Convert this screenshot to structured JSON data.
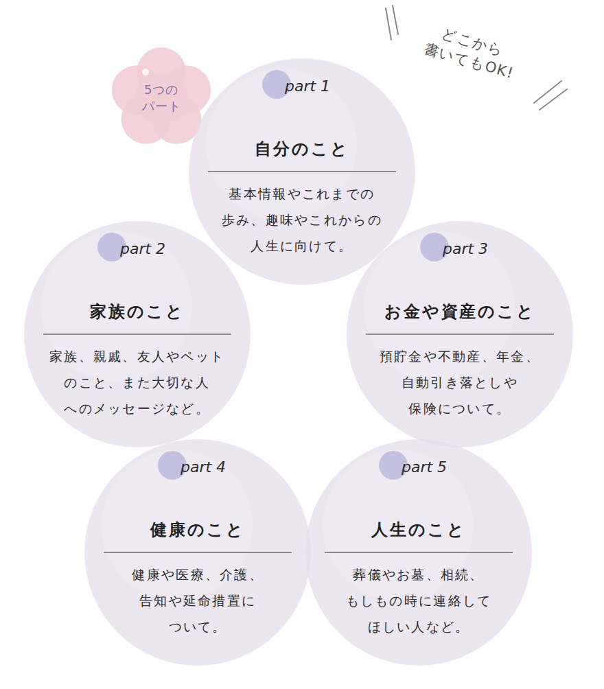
{
  "diagram": {
    "nodes": [
      {
        "text": [
          "5つの パート"
        ]
      },
      {
        "text": [
          "part 1",
          "自分のこと",
          "基本情報やこれまでの 歩み、趣味やこれからの 人生に向けて。"
        ]
      },
      {
        "text": [
          "part 2",
          "家族のこと",
          "家族、親戚、友人やペット のこと、また大切な人 へのメッセージなど。"
        ]
      },
      {
        "text": [
          "part 3",
          "お金や資産のこと",
          "預貯金や不動産、年金、 自動引き落としや 保険について。"
        ]
      },
      {
        "text": [
          "part 4",
          "健康のこと",
          "健康や医療、介護、 告知や延命措置に ついて。"
        ]
      },
      {
        "text": [
          "part 5",
          "人生のこと",
          "葬儀やお墓、相続、 もしもの時に連絡して ほしい人など。"
        ]
      }
    ],
    "labels": [
      "どこから 書いてもOK!"
    ]
  }
}
